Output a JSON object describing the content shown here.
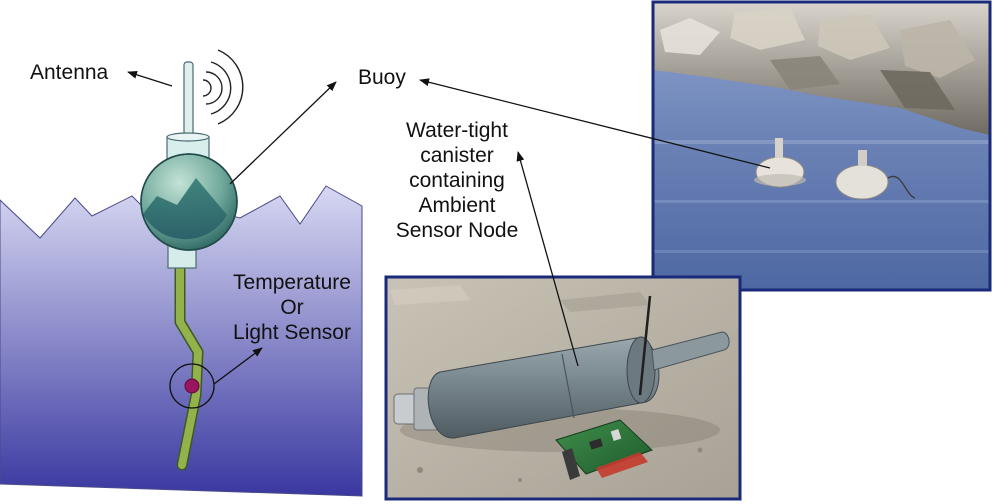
{
  "labels": {
    "antenna": "Antenna",
    "buoy": "Buoy",
    "canister": [
      "Water-tight",
      "canister",
      "containing",
      "Ambient",
      "Sensor Node"
    ],
    "sensor": [
      "Temperature",
      "Or",
      "Light Sensor"
    ]
  },
  "colors": {
    "water_top": "#cfd0f0",
    "water_bottom": "#3e3ca6",
    "sphere_light": "#a3d0bf",
    "sphere_dark": "#2e6d66",
    "cylinder": "#d8eeec",
    "cable": "#8fae47",
    "sensor_dot": "#9a1560",
    "photo_frame": "#1a2a7a",
    "pond_water": "#6f86b8",
    "canister_grey": "#7b8990",
    "pavement": "#b9b3a6"
  },
  "icons": {
    "radio_waves": "radio-waves-icon",
    "sensor_dot": "sensor-dot-icon"
  }
}
